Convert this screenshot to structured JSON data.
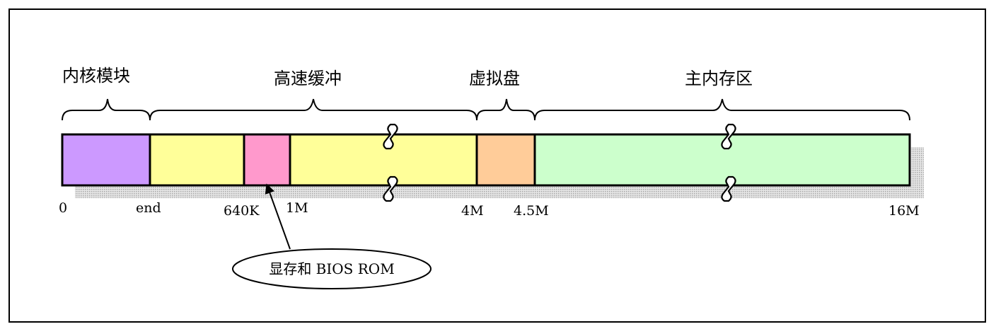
{
  "colors": {
    "kernel": "#cc99ff",
    "buffer": "#ffff99",
    "video_bios": "#ff99cc",
    "ramdisk": "#ffcc99",
    "main_memory": "#ccffcc",
    "shadow": "#c8c8c8",
    "frame": "#000000"
  },
  "regions": {
    "kernel": "内核模块",
    "buffer": "高速缓冲",
    "ramdisk": "虚拟盘",
    "main_memory": "主内存区"
  },
  "addresses": [
    "0",
    "end",
    "640K",
    "1M",
    "4M",
    "4.5M",
    "16M"
  ],
  "callout": "显存和 BIOS ROM",
  "icons": {
    "break_mark": "zigzag-break-icon",
    "arrow": "arrow-up-icon"
  }
}
